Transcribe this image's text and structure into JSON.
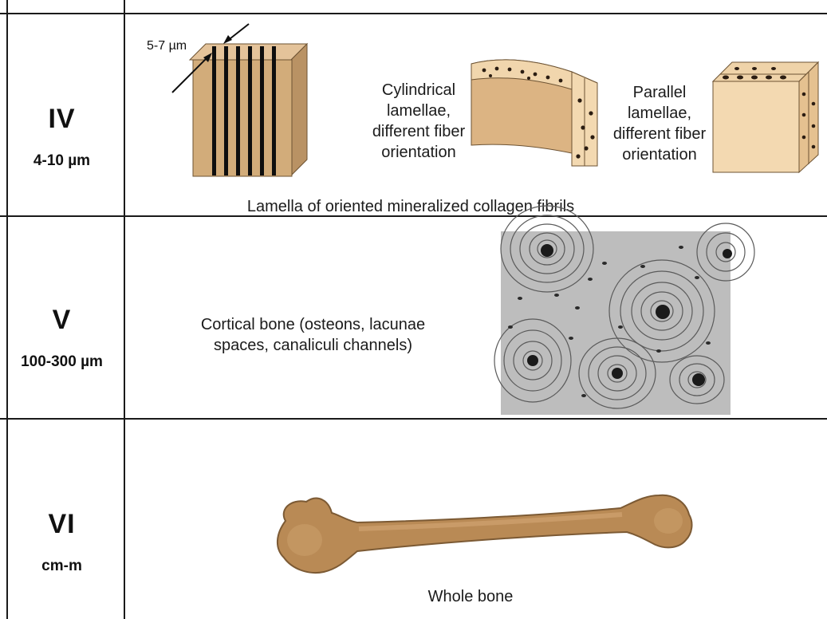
{
  "rows": [
    {
      "level": "IV",
      "scale": "4-10 µm",
      "dimension_label": "5-7 µm",
      "captions": {
        "cylindrical": "Cylindrical lamellae, different fiber orientation",
        "parallel": "Parallel lamellae, different fiber orientation",
        "main": "Lamella of oriented mineralized collagen fibrils"
      }
    },
    {
      "level": "V",
      "scale": "100-300 µm",
      "caption": "Cortical bone (osteons, lacunae spaces, canaliculi channels)"
    },
    {
      "level": "VI",
      "scale": "cm-m",
      "caption": "Whole bone"
    }
  ],
  "colors": {
    "lamella_fill": "#d2ac7a",
    "lamella_light": "#f3d9b1",
    "fiber": "#0e0e0e",
    "bone": "#b98a55",
    "micrograph_bg": "#bdbdbd"
  }
}
